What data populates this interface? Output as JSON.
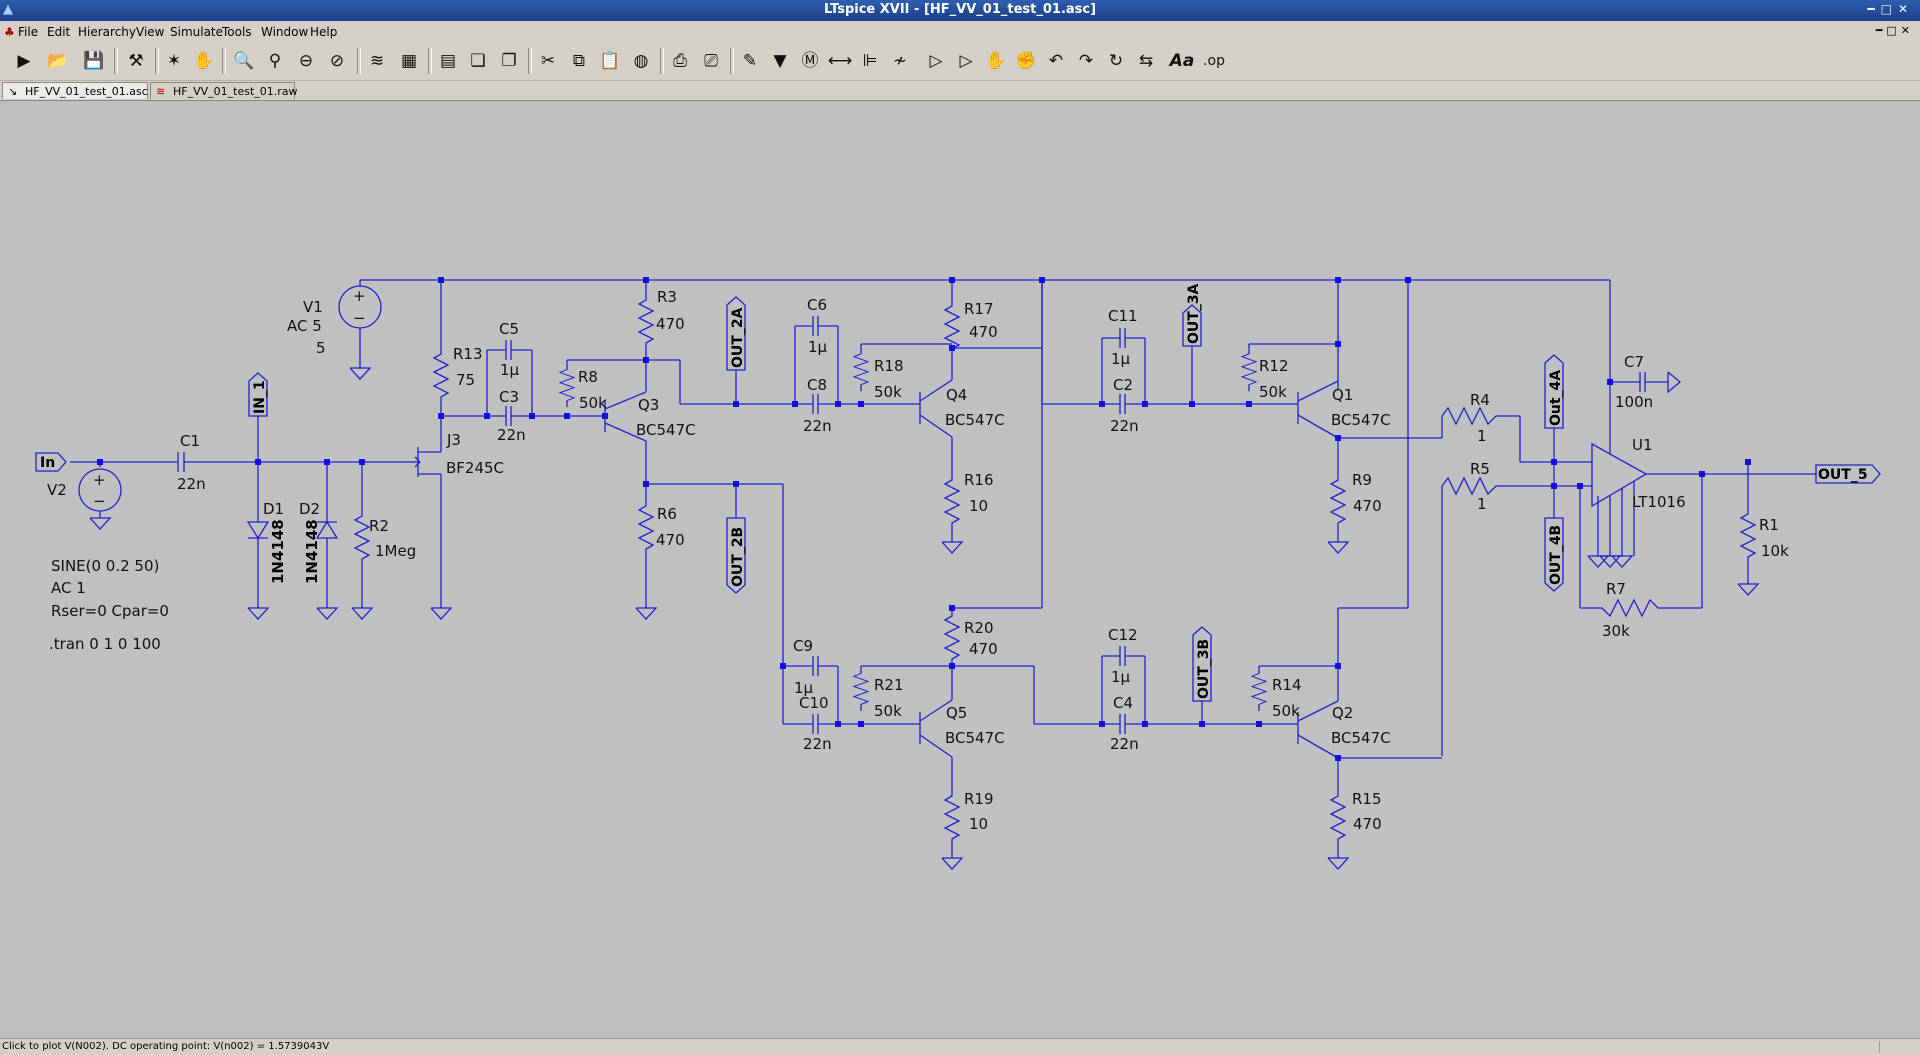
{
  "window": {
    "title": "LTspice XVII - [HF_VV_01_test_01.asc]"
  },
  "menu": {
    "items": [
      "File",
      "Edit",
      "Hierarchy",
      "View",
      "Simulate",
      "Tools",
      "Window",
      "Help"
    ]
  },
  "toolbar": {
    "buttons": [
      "run",
      "open",
      "save",
      "control-panel",
      "halt",
      "pan",
      "zoom-in",
      "zoom-area",
      "zoom-out",
      "zoom-full",
      "autorange-traces",
      "delete-plot-pane",
      "tile",
      "cascade",
      "close-all",
      "cut",
      "copy",
      "paste",
      "find",
      "print-setup",
      "print",
      "draw-wire",
      "ground",
      "label-net",
      "resistor",
      "capacitor",
      "inductor",
      "diode",
      "component",
      "move",
      "drag",
      "undo",
      "redo",
      "rotate",
      "mirror",
      "text",
      "spice-directive"
    ]
  },
  "tabs": [
    {
      "label": "HF_VV_01_test_01.asc",
      "active": true,
      "icon": "schematic-icon"
    },
    {
      "label": "HF_VV_01_test_01.raw",
      "active": false,
      "icon": "waveform-icon"
    }
  ],
  "schematic": {
    "colors": {
      "wire": "#2020d0",
      "junction": "#1010e0",
      "background": "#c0c0c0",
      "text": "#111111"
    },
    "ports": {
      "in": "In",
      "in1": "IN_1",
      "out2a": "OUT_2A",
      "out2b": "OUT_2B",
      "out3a": "OUT_3A",
      "out3b": "OUT_3B",
      "out4a": "Out_4A",
      "out4b": "OUT_4B",
      "out5": "OUT_5"
    },
    "labels": {
      "v1_name": "V1",
      "v1_ac": "AC 5",
      "v1_dc": "5",
      "v2_name": "V2",
      "v2_line1": "SINE(0 0.2 50)",
      "v2_line2": "AC 1",
      "v2_line3": "Rser=0 Cpar=0",
      "tran": ".tran 0 1 0 100",
      "c1": "C1",
      "c1v": "22n",
      "d1": "D1",
      "d1v": "1N4148",
      "d2": "D2",
      "d2v": "1N4148",
      "r2": "R2",
      "r2v": "1Meg",
      "j3": "J3",
      "j3v": "BF245C",
      "r13": "R13",
      "r13v": "75",
      "c5": "C5",
      "c5v": "1µ",
      "c3": "C3",
      "c3v": "22n",
      "r8": "R8",
      "r8v": "50k",
      "r3": "R3",
      "r3v": "470",
      "q3": "Q3",
      "q3v": "BC547C",
      "r6": "R6",
      "r6v": "470",
      "c6": "C6",
      "c6v": "1µ",
      "c8": "C8",
      "c8v": "22n",
      "r17": "R17",
      "r17v": "470",
      "r18": "R18",
      "r18v": "50k",
      "q4": "Q4",
      "q4v": "BC547C",
      "r16": "R16",
      "r16v": "10",
      "c11": "C11",
      "c11v": "1µ",
      "c2": "C2",
      "c2v": "22n",
      "r12": "R12",
      "r12v": "50k",
      "q1": "Q1",
      "q1v": "BC547C",
      "r9": "R9",
      "r9v": "470",
      "r4": "R4",
      "r4v": "1",
      "r5": "R5",
      "r5v": "1",
      "c7": "C7",
      "c7v": "100n",
      "u1": "U1",
      "u1v": "LT1016",
      "r1": "R1",
      "r1v": "10k",
      "r7": "R7",
      "r7v": "30k",
      "c9": "C9",
      "c9v": "1µ",
      "c10": "C10",
      "c10v": "22n",
      "r20": "R20",
      "r20v": "470",
      "r21": "R21",
      "r21v": "50k",
      "q5": "Q5",
      "q5v": "BC547C",
      "r19": "R19",
      "r19v": "10",
      "c12": "C12",
      "c12v": "1µ",
      "c4": "C4",
      "c4v": "22n",
      "r14": "R14",
      "r14v": "50k",
      "q2": "Q2",
      "q2v": "BC547C",
      "r15": "R15",
      "r15v": "470"
    }
  },
  "status": {
    "text": "Click to plot V(N002).  DC operating point: V(n002) = 1.5739043V"
  }
}
